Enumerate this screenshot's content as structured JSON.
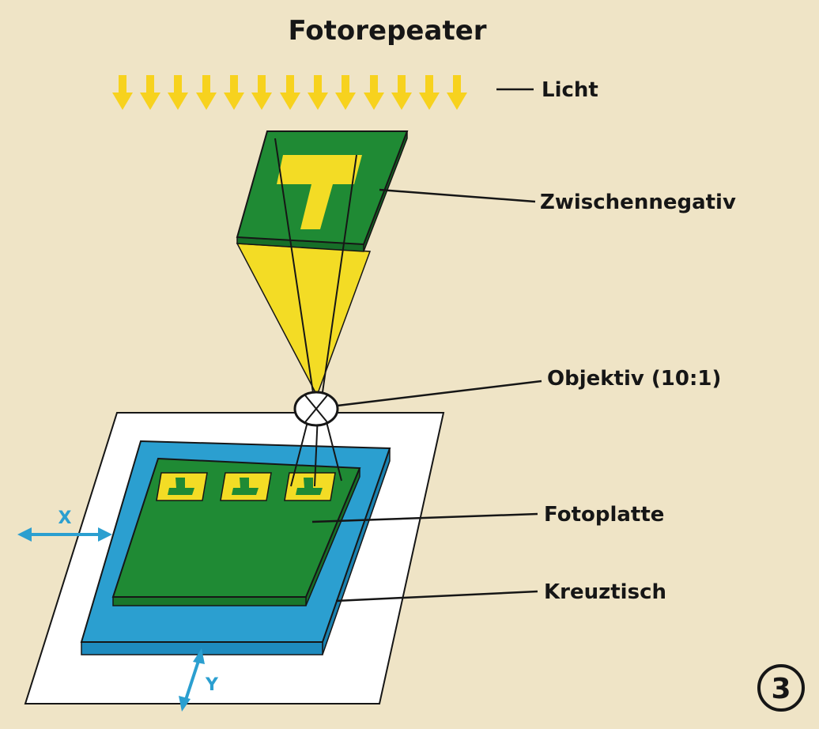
{
  "diagram": {
    "title": "Fotorepeater",
    "labels": {
      "light": "Licht",
      "intermediate_negative": "Zwischennegativ",
      "lens": "Objektiv (10:1)",
      "photo_plate": "Fotoplatte",
      "cross_table": "Kreuztisch",
      "axis_x": "X",
      "axis_y": "Y"
    },
    "figure_number": "3",
    "colors": {
      "paper": "#efe4c6",
      "light_arrow": "#f7d21e",
      "light_cone": "#f3dc25",
      "green_plate": "#1f8a34",
      "blue_table": "#2b9fd0",
      "axis_arrow": "#2b9fd0",
      "ink": "#161616"
    }
  }
}
